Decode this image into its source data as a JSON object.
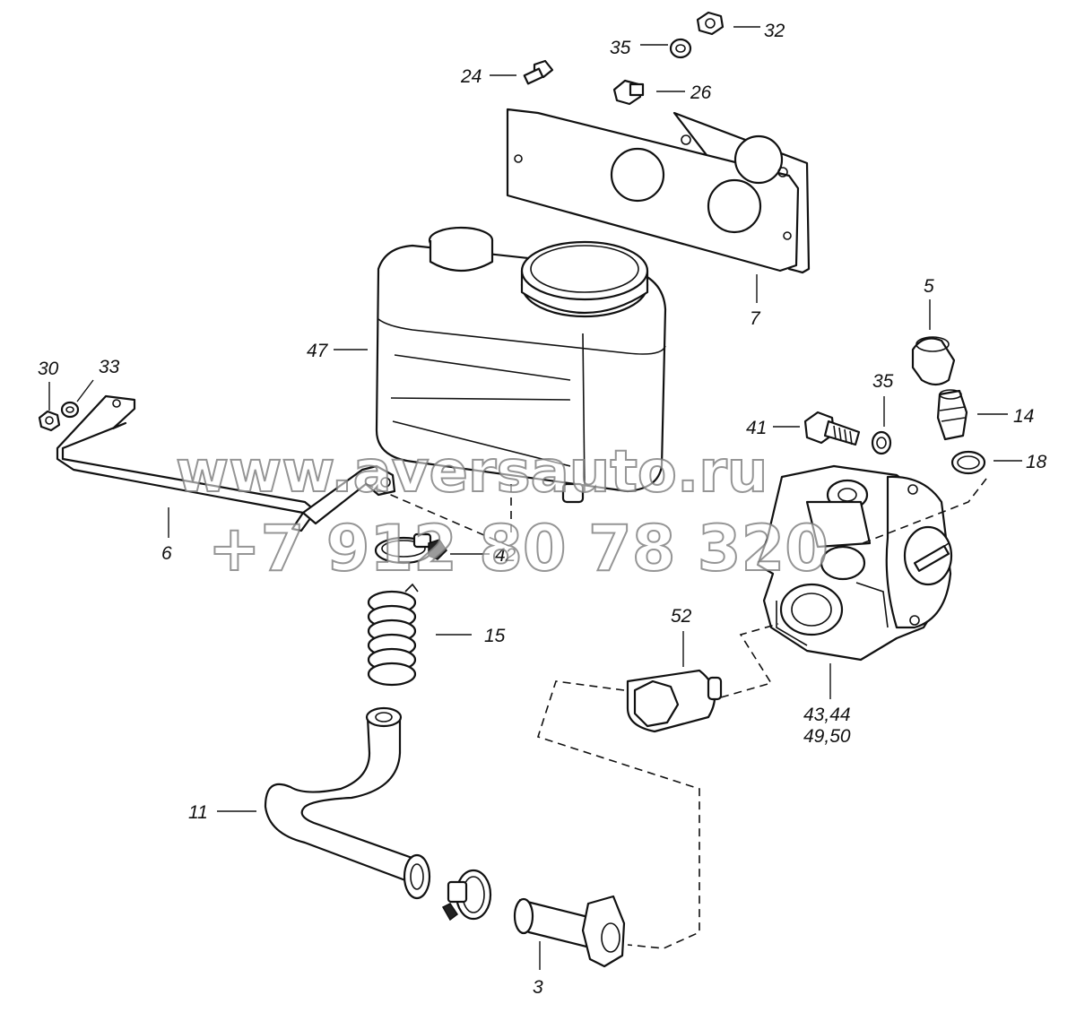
{
  "callouts": {
    "c32": "32",
    "c35_top": "35",
    "c24": "24",
    "c26": "26",
    "c7": "7",
    "c5": "5",
    "c47": "47",
    "c30": "30",
    "c33": "33",
    "c35_right": "35",
    "c41": "41",
    "c14": "14",
    "c18": "18",
    "c6": "6",
    "c42": "42",
    "c15": "15",
    "c52": "52",
    "c43_44": "43,44",
    "c49_50": "49,50",
    "c11": "11",
    "c3": "3"
  },
  "watermark": {
    "site": "www.aversauto.ru",
    "phone": "+7 912 80 78 320"
  }
}
